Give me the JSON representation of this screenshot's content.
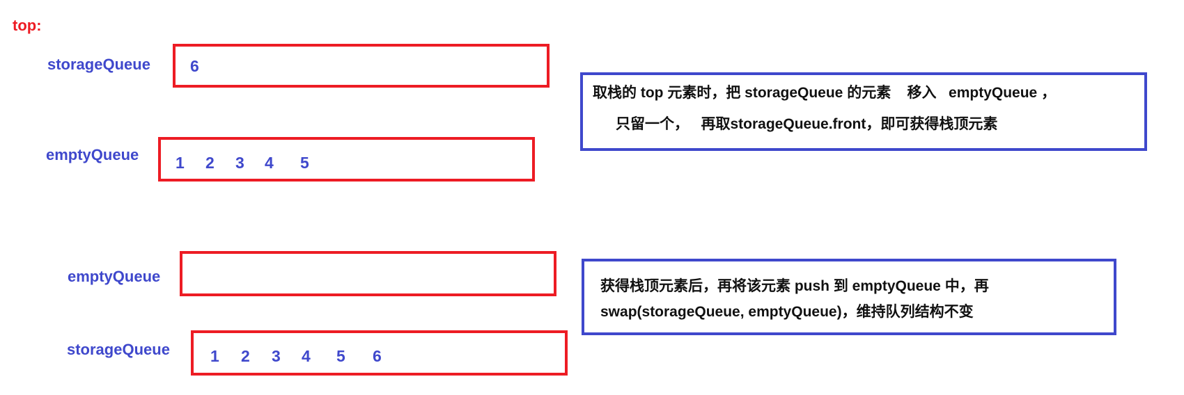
{
  "heading": "top:",
  "step1": {
    "storage_label": "storageQueue",
    "storage_items": [
      "6"
    ],
    "empty_label": "emptyQueue",
    "empty_items": [
      "1",
      "2",
      "3",
      "4",
      "5"
    ],
    "note": {
      "line1": "取栈的 top 元素时，把 storageQueue 的元素    移入   emptyQueue ，",
      "line2": "只留一个，   再取storageQueue.front，即可获得栈顶元素"
    }
  },
  "step2": {
    "empty_label": "emptyQueue",
    "empty_items": [],
    "storage_label": "storageQueue",
    "storage_items": [
      "1",
      "2",
      "3",
      "4",
      "5",
      "6"
    ],
    "note": {
      "line1": "获得栈顶元素后，再将该元素 push 到 emptyQueue 中，再",
      "line2": "swap(storageQueue, emptyQueue)，维持队列结构不变"
    }
  },
  "colors": {
    "queue_box_border": "#ED1C24",
    "note_box_border": "#3F48CC",
    "label_text": "#3F48CC",
    "heading_text": "#ED1C24"
  }
}
